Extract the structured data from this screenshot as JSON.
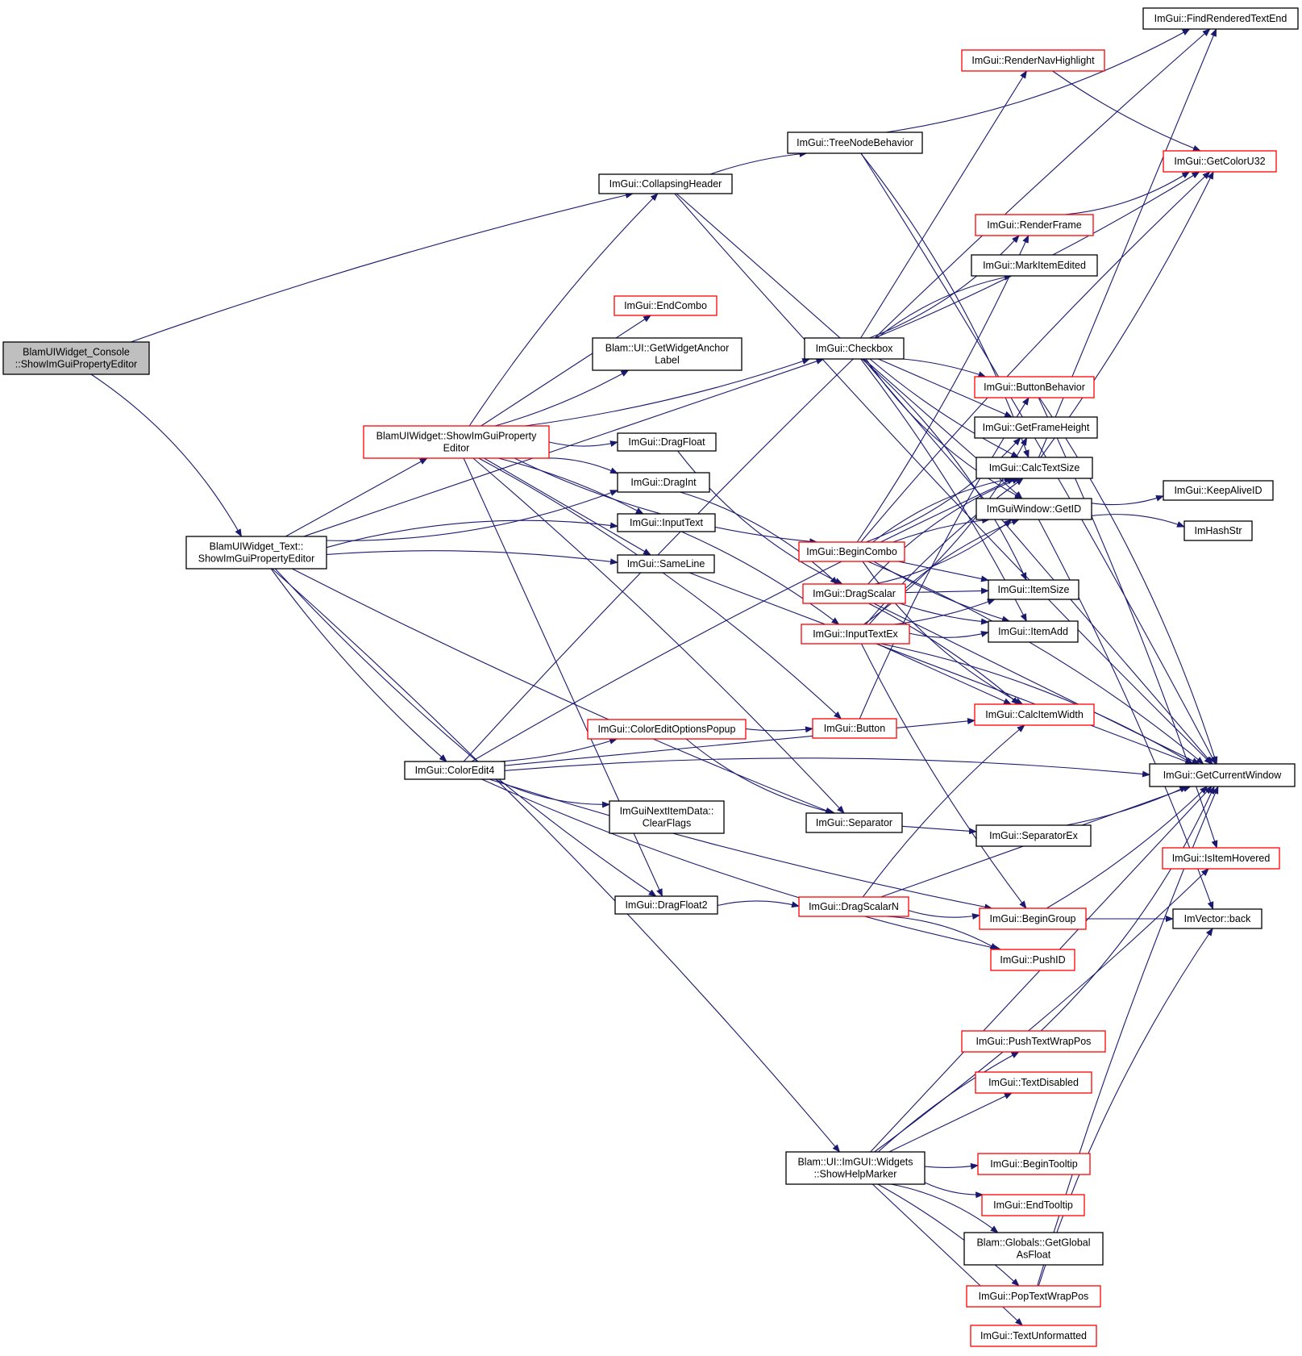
{
  "colors": {
    "edge": "#191970",
    "node_border_black": "#000000",
    "node_border_red": "#ff0000",
    "node_fill": "#ffffff",
    "root_fill": "#bfbfbf"
  },
  "nodes": [
    {
      "id": "root",
      "lines": [
        "BlamUIWidget_Console",
        "::ShowImGuiPropertyEditor"
      ],
      "border": "black",
      "root": true
    },
    {
      "id": "textEditor",
      "lines": [
        "BlamUIWidget_Text::",
        "ShowImGuiPropertyEditor"
      ],
      "border": "black"
    },
    {
      "id": "baseEditor",
      "lines": [
        "BlamUIWidget::ShowImGuiProperty",
        "Editor"
      ],
      "border": "red"
    },
    {
      "id": "colorEdit4",
      "lines": [
        "ImGui::ColorEdit4"
      ],
      "border": "black"
    },
    {
      "id": "collapsingHeader",
      "lines": [
        "ImGui::CollapsingHeader"
      ],
      "border": "black"
    },
    {
      "id": "endCombo",
      "lines": [
        "ImGui::EndCombo"
      ],
      "border": "red"
    },
    {
      "id": "anchorLabel",
      "lines": [
        "Blam::UI::GetWidgetAnchor",
        "Label"
      ],
      "border": "black"
    },
    {
      "id": "dragFloat",
      "lines": [
        "ImGui::DragFloat"
      ],
      "border": "black"
    },
    {
      "id": "dragInt",
      "lines": [
        "ImGui::DragInt"
      ],
      "border": "black"
    },
    {
      "id": "inputText",
      "lines": [
        "ImGui::InputText"
      ],
      "border": "black"
    },
    {
      "id": "sameLine",
      "lines": [
        "ImGui::SameLine"
      ],
      "border": "black"
    },
    {
      "id": "colorEditOpts",
      "lines": [
        "ImGui::ColorEditOptionsPopup"
      ],
      "border": "red"
    },
    {
      "id": "clearFlags",
      "lines": [
        "ImGuiNextItemData::",
        "ClearFlags"
      ],
      "border": "black"
    },
    {
      "id": "dragFloat2",
      "lines": [
        "ImGui::DragFloat2"
      ],
      "border": "black"
    },
    {
      "id": "showHelp",
      "lines": [
        "Blam::UI::ImGUI::Widgets",
        "::ShowHelpMarker"
      ],
      "border": "black"
    },
    {
      "id": "treeNodeBehavior",
      "lines": [
        "ImGui::TreeNodeBehavior"
      ],
      "border": "black"
    },
    {
      "id": "checkbox",
      "lines": [
        "ImGui::Checkbox"
      ],
      "border": "black"
    },
    {
      "id": "beginCombo",
      "lines": [
        "ImGui::BeginCombo"
      ],
      "border": "red"
    },
    {
      "id": "dragScalar",
      "lines": [
        "ImGui::DragScalar"
      ],
      "border": "red"
    },
    {
      "id": "inputTextEx",
      "lines": [
        "ImGui::InputTextEx"
      ],
      "border": "red"
    },
    {
      "id": "button",
      "lines": [
        "ImGui::Button"
      ],
      "border": "red"
    },
    {
      "id": "separator",
      "lines": [
        "ImGui::Separator"
      ],
      "border": "black"
    },
    {
      "id": "dragScalarN",
      "lines": [
        "ImGui::DragScalarN"
      ],
      "border": "red"
    },
    {
      "id": "renderNav",
      "lines": [
        "ImGui::RenderNavHighlight"
      ],
      "border": "red"
    },
    {
      "id": "renderFrame",
      "lines": [
        "ImGui::RenderFrame"
      ],
      "border": "red"
    },
    {
      "id": "markEdited",
      "lines": [
        "ImGui::MarkItemEdited"
      ],
      "border": "black"
    },
    {
      "id": "buttonBehavior",
      "lines": [
        "ImGui::ButtonBehavior"
      ],
      "border": "red"
    },
    {
      "id": "frameHeight",
      "lines": [
        "ImGui::GetFrameHeight"
      ],
      "border": "black"
    },
    {
      "id": "calcTextSize",
      "lines": [
        "ImGui::CalcTextSize"
      ],
      "border": "black"
    },
    {
      "id": "getID",
      "lines": [
        "ImGuiWindow::GetID"
      ],
      "border": "black"
    },
    {
      "id": "itemSize",
      "lines": [
        "ImGui::ItemSize"
      ],
      "border": "black"
    },
    {
      "id": "itemAdd",
      "lines": [
        "ImGui::ItemAdd"
      ],
      "border": "black"
    },
    {
      "id": "calcItemWidth",
      "lines": [
        "ImGui::CalcItemWidth"
      ],
      "border": "red"
    },
    {
      "id": "separatorEx",
      "lines": [
        "ImGui::SeparatorEx"
      ],
      "border": "black"
    },
    {
      "id": "beginGroup",
      "lines": [
        "ImGui::BeginGroup"
      ],
      "border": "red"
    },
    {
      "id": "pushID",
      "lines": [
        "ImGui::PushID"
      ],
      "border": "red"
    },
    {
      "id": "pushWrap",
      "lines": [
        "ImGui::PushTextWrapPos"
      ],
      "border": "red"
    },
    {
      "id": "textDisabled",
      "lines": [
        "ImGui::TextDisabled"
      ],
      "border": "red"
    },
    {
      "id": "beginTooltip",
      "lines": [
        "ImGui::BeginTooltip"
      ],
      "border": "red"
    },
    {
      "id": "endTooltip",
      "lines": [
        "ImGui::EndTooltip"
      ],
      "border": "red"
    },
    {
      "id": "globalFloat",
      "lines": [
        "Blam::Globals::GetGlobal",
        "AsFloat"
      ],
      "border": "black"
    },
    {
      "id": "popWrap",
      "lines": [
        "ImGui::PopTextWrapPos"
      ],
      "border": "red"
    },
    {
      "id": "textUnformatted",
      "lines": [
        "ImGui::TextUnformatted"
      ],
      "border": "red"
    },
    {
      "id": "findRendered",
      "lines": [
        "ImGui::FindRenderedTextEnd"
      ],
      "border": "black"
    },
    {
      "id": "getColorU32",
      "lines": [
        "ImGui::GetColorU32"
      ],
      "border": "red"
    },
    {
      "id": "keepAlive",
      "lines": [
        "ImGui::KeepAliveID"
      ],
      "border": "black"
    },
    {
      "id": "hashStr",
      "lines": [
        "ImHashStr"
      ],
      "border": "black"
    },
    {
      "id": "currentWindow",
      "lines": [
        "ImGui::GetCurrentWindow"
      ],
      "border": "black"
    },
    {
      "id": "isItemHovered",
      "lines": [
        "ImGui::IsItemHovered"
      ],
      "border": "red"
    },
    {
      "id": "vecBack",
      "lines": [
        "ImVector::back"
      ],
      "border": "black"
    }
  ],
  "edges": [
    [
      "root",
      "textEditor"
    ],
    [
      "root",
      "collapsingHeader"
    ],
    [
      "textEditor",
      "baseEditor"
    ],
    [
      "textEditor",
      "colorEdit4"
    ],
    [
      "textEditor",
      "dragInt"
    ],
    [
      "textEditor",
      "inputText"
    ],
    [
      "textEditor",
      "sameLine"
    ],
    [
      "textEditor",
      "checkbox"
    ],
    [
      "textEditor",
      "separator"
    ],
    [
      "textEditor",
      "dragFloat2"
    ],
    [
      "textEditor",
      "showHelp"
    ],
    [
      "baseEditor",
      "collapsingHeader"
    ],
    [
      "baseEditor",
      "endCombo"
    ],
    [
      "baseEditor",
      "anchorLabel"
    ],
    [
      "baseEditor",
      "dragFloat"
    ],
    [
      "baseEditor",
      "dragInt"
    ],
    [
      "baseEditor",
      "inputText"
    ],
    [
      "baseEditor",
      "sameLine"
    ],
    [
      "baseEditor",
      "checkbox"
    ],
    [
      "baseEditor",
      "beginCombo"
    ],
    [
      "baseEditor",
      "button"
    ],
    [
      "baseEditor",
      "separator"
    ],
    [
      "baseEditor",
      "dragFloat2"
    ],
    [
      "colorEdit4",
      "colorEditOpts"
    ],
    [
      "colorEdit4",
      "clearFlags"
    ],
    [
      "colorEdit4",
      "findRendered"
    ],
    [
      "colorEdit4",
      "calcTextSize"
    ],
    [
      "colorEdit4",
      "calcItemWidth"
    ],
    [
      "colorEdit4",
      "beginGroup"
    ],
    [
      "colorEdit4",
      "pushID"
    ],
    [
      "colorEdit4",
      "currentWindow"
    ],
    [
      "collapsingHeader",
      "treeNodeBehavior"
    ],
    [
      "collapsingHeader",
      "getID"
    ],
    [
      "collapsingHeader",
      "currentWindow"
    ],
    [
      "dragFloat",
      "dragScalar"
    ],
    [
      "dragInt",
      "dragScalar"
    ],
    [
      "inputText",
      "inputTextEx"
    ],
    [
      "sameLine",
      "currentWindow"
    ],
    [
      "colorEditOpts",
      "button"
    ],
    [
      "colorEditOpts",
      "separator"
    ],
    [
      "dragFloat2",
      "dragScalarN"
    ],
    [
      "showHelp",
      "pushWrap"
    ],
    [
      "showHelp",
      "textDisabled"
    ],
    [
      "showHelp",
      "beginTooltip"
    ],
    [
      "showHelp",
      "endTooltip"
    ],
    [
      "showHelp",
      "globalFloat"
    ],
    [
      "showHelp",
      "popWrap"
    ],
    [
      "showHelp",
      "textUnformatted"
    ],
    [
      "showHelp",
      "isItemHovered"
    ],
    [
      "treeNodeBehavior",
      "findRendered"
    ],
    [
      "treeNodeBehavior",
      "calcTextSize"
    ],
    [
      "treeNodeBehavior",
      "currentWindow"
    ],
    [
      "checkbox",
      "renderNav"
    ],
    [
      "checkbox",
      "getColorU32"
    ],
    [
      "checkbox",
      "renderFrame"
    ],
    [
      "checkbox",
      "markEdited"
    ],
    [
      "checkbox",
      "buttonBehavior"
    ],
    [
      "checkbox",
      "frameHeight"
    ],
    [
      "checkbox",
      "calcTextSize"
    ],
    [
      "checkbox",
      "getID"
    ],
    [
      "checkbox",
      "itemSize"
    ],
    [
      "checkbox",
      "itemAdd"
    ],
    [
      "checkbox",
      "currentWindow"
    ],
    [
      "beginCombo",
      "renderFrame"
    ],
    [
      "beginCombo",
      "frameHeight"
    ],
    [
      "beginCombo",
      "calcTextSize"
    ],
    [
      "beginCombo",
      "getID"
    ],
    [
      "beginCombo",
      "itemSize"
    ],
    [
      "beginCombo",
      "itemAdd"
    ],
    [
      "beginCombo",
      "calcItemWidth"
    ],
    [
      "beginCombo",
      "currentWindow"
    ],
    [
      "beginCombo",
      "getColorU32"
    ],
    [
      "dragScalar",
      "itemSize"
    ],
    [
      "dragScalar",
      "itemAdd"
    ],
    [
      "dragScalar",
      "getID"
    ],
    [
      "dragScalar",
      "calcTextSize"
    ],
    [
      "dragScalar",
      "calcItemWidth"
    ],
    [
      "dragScalar",
      "currentWindow"
    ],
    [
      "inputTextEx",
      "itemSize"
    ],
    [
      "inputTextEx",
      "itemAdd"
    ],
    [
      "inputTextEx",
      "getID"
    ],
    [
      "inputTextEx",
      "calcTextSize"
    ],
    [
      "inputTextEx",
      "calcItemWidth"
    ],
    [
      "inputTextEx",
      "beginGroup"
    ],
    [
      "inputTextEx",
      "frameHeight"
    ],
    [
      "inputTextEx",
      "currentWindow"
    ],
    [
      "button",
      "buttonBehavior"
    ],
    [
      "separator",
      "separatorEx"
    ],
    [
      "separatorEx",
      "currentWindow"
    ],
    [
      "dragScalarN",
      "beginGroup"
    ],
    [
      "dragScalarN",
      "pushID"
    ],
    [
      "dragScalarN",
      "calcItemWidth"
    ],
    [
      "dragScalarN",
      "currentWindow"
    ],
    [
      "renderNav",
      "getColorU32"
    ],
    [
      "renderFrame",
      "getColorU32"
    ],
    [
      "buttonBehavior",
      "currentWindow"
    ],
    [
      "buttonBehavior",
      "isItemHovered"
    ],
    [
      "calcTextSize",
      "findRendered"
    ],
    [
      "calcTextSize",
      "getColorU32"
    ],
    [
      "getID",
      "keepAlive"
    ],
    [
      "getID",
      "hashStr"
    ],
    [
      "getID",
      "vecBack"
    ],
    [
      "beginGroup",
      "vecBack"
    ],
    [
      "beginGroup",
      "currentWindow"
    ],
    [
      "pushWrap",
      "currentWindow"
    ],
    [
      "popWrap",
      "vecBack"
    ],
    [
      "popWrap",
      "currentWindow"
    ],
    [
      "showHelp",
      "currentWindow"
    ]
  ]
}
